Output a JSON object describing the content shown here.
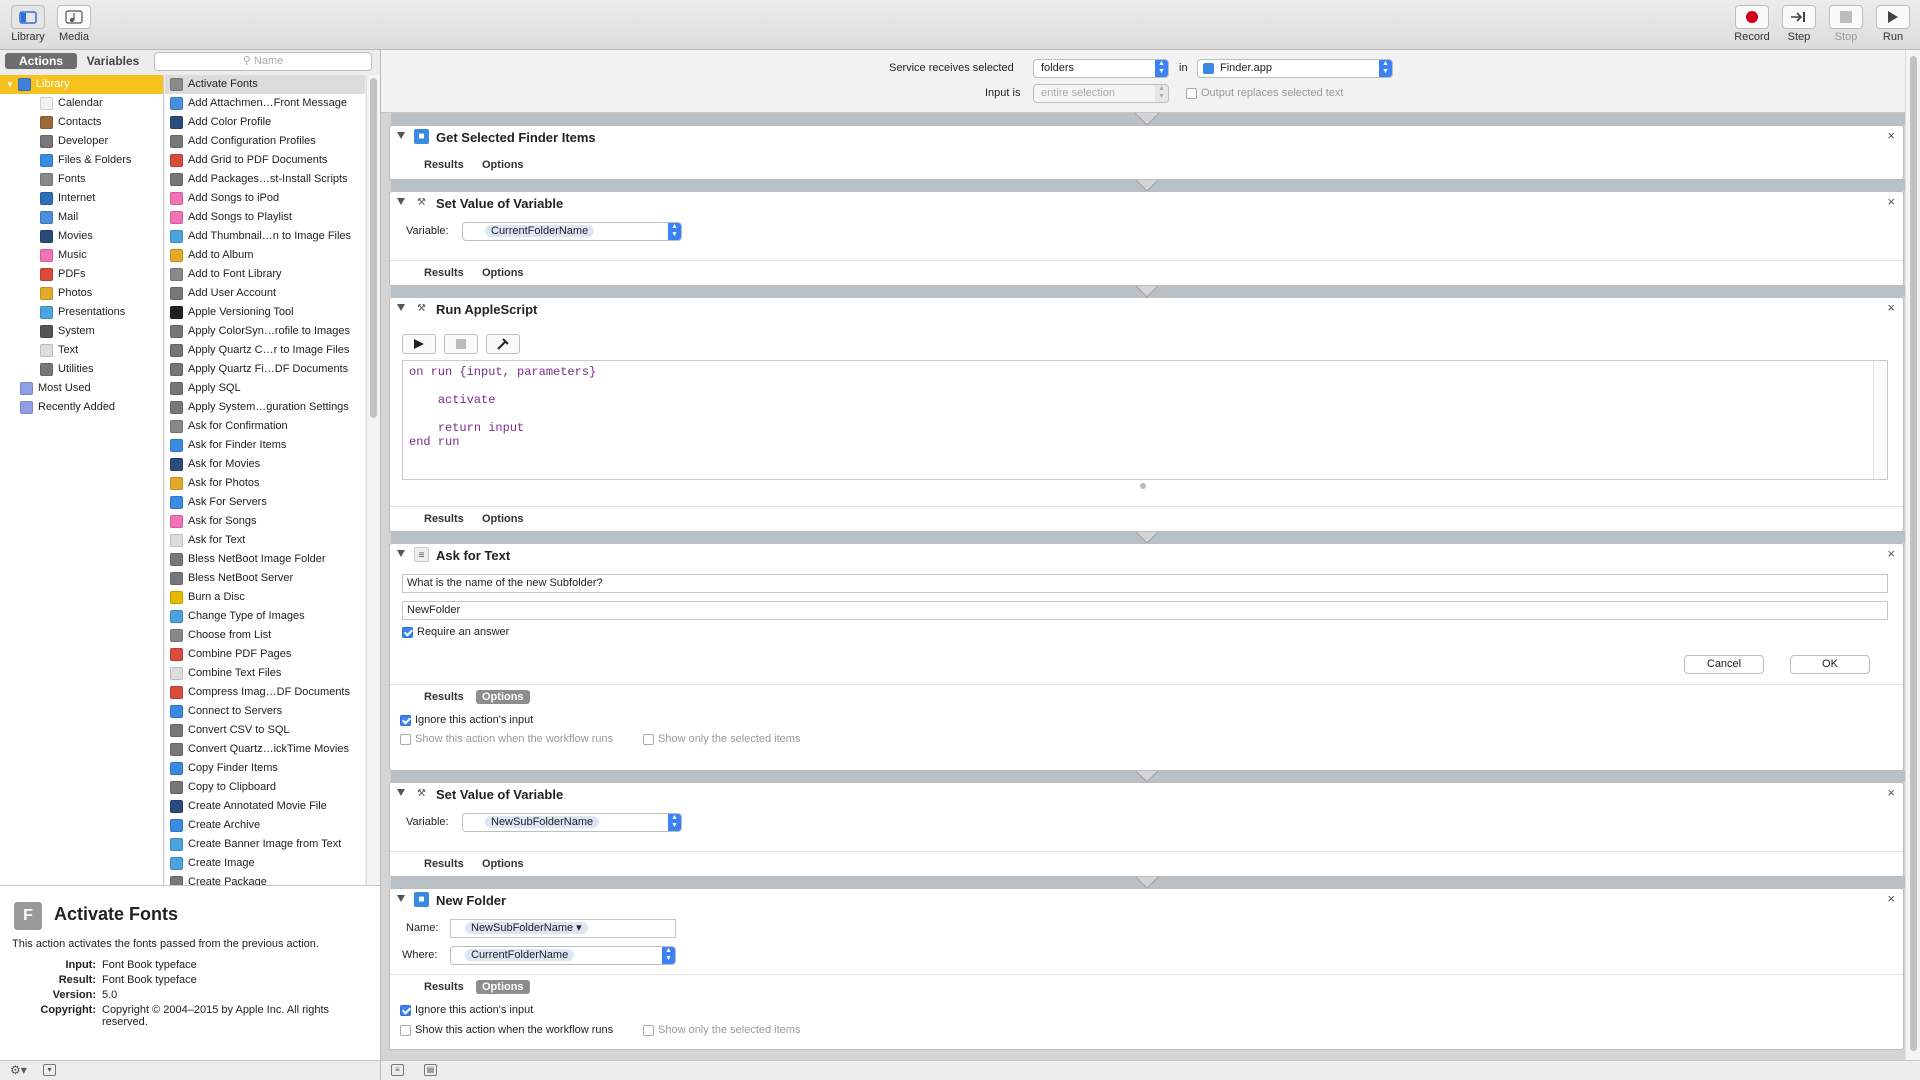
{
  "toolbar": {
    "library": "Library",
    "media": "Media",
    "record": "Record",
    "step": "Step",
    "stop": "Stop",
    "run": "Run"
  },
  "left": {
    "tab_actions": "Actions",
    "tab_variables": "Variables",
    "search_placeholder": "Name"
  },
  "categories": [
    {
      "label": "Library",
      "icon": "library-icon",
      "color": "#3f7fd6",
      "level": "top"
    },
    {
      "label": "Calendar",
      "icon": "calendar-icon",
      "color": "#f2f2f2"
    },
    {
      "label": "Contacts",
      "icon": "contacts-icon",
      "color": "#9c6b3c"
    },
    {
      "label": "Developer",
      "icon": "developer-icon",
      "color": "#777777"
    },
    {
      "label": "Files & Folders",
      "icon": "finder-icon",
      "color": "#3a8be0"
    },
    {
      "label": "Fonts",
      "icon": "fonts-icon",
      "color": "#8a8a8a"
    },
    {
      "label": "Internet",
      "icon": "internet-icon",
      "color": "#2f6fb9"
    },
    {
      "label": "Mail",
      "icon": "mail-icon",
      "color": "#4a8ee0"
    },
    {
      "label": "Movies",
      "icon": "movies-icon",
      "color": "#2b4b7a"
    },
    {
      "label": "Music",
      "icon": "music-icon",
      "color": "#f472b6"
    },
    {
      "label": "PDFs",
      "icon": "pdf-icon",
      "color": "#d94b3b"
    },
    {
      "label": "Photos",
      "icon": "photos-icon",
      "color": "#e3a92b"
    },
    {
      "label": "Presentations",
      "icon": "presentations-icon",
      "color": "#4ba3e0"
    },
    {
      "label": "System",
      "icon": "system-icon",
      "color": "#555555"
    },
    {
      "label": "Text",
      "icon": "text-icon",
      "color": "#dddddd"
    },
    {
      "label": "Utilities",
      "icon": "utilities-icon",
      "color": "#777777"
    },
    {
      "label": "Most Used",
      "icon": "smart-folder-icon",
      "color": "#8f9fe6",
      "level": "lvl1"
    },
    {
      "label": "Recently Added",
      "icon": "smart-folder-icon",
      "color": "#8f9fe6",
      "level": "lvl1"
    }
  ],
  "actions": [
    {
      "label": "Activate Fonts",
      "icon": "fonts-icon",
      "color": "#8a8a8a"
    },
    {
      "label": "Add Attachmen…Front Message",
      "icon": "mail-icon",
      "color": "#4a8ee0"
    },
    {
      "label": "Add Color Profile",
      "icon": "colorsync-icon",
      "color": "#2b4b7a"
    },
    {
      "label": "Add Configuration Profiles",
      "icon": "system-icon",
      "color": "#777777"
    },
    {
      "label": "Add Grid to PDF Documents",
      "icon": "pdf-icon",
      "color": "#d94b3b"
    },
    {
      "label": "Add Packages…st-Install Scripts",
      "icon": "developer-icon",
      "color": "#777777"
    },
    {
      "label": "Add Songs to iPod",
      "icon": "music-icon",
      "color": "#f472b6"
    },
    {
      "label": "Add Songs to Playlist",
      "icon": "music-icon",
      "color": "#f472b6"
    },
    {
      "label": "Add Thumbnail…n to Image Files",
      "icon": "preview-icon",
      "color": "#4ba3e0"
    },
    {
      "label": "Add to Album",
      "icon": "photos-icon",
      "color": "#e3a92b"
    },
    {
      "label": "Add to Font Library",
      "icon": "fonts-icon",
      "color": "#8a8a8a"
    },
    {
      "label": "Add User Account",
      "icon": "system-icon",
      "color": "#777777"
    },
    {
      "label": "Apple Versioning Tool",
      "icon": "terminal-icon",
      "color": "#222222"
    },
    {
      "label": "Apply ColorSyn…rofile to Images",
      "icon": "utilities-icon",
      "color": "#777777"
    },
    {
      "label": "Apply Quartz C…r to Image Files",
      "icon": "utilities-icon",
      "color": "#777777"
    },
    {
      "label": "Apply Quartz Fi…DF Documents",
      "icon": "utilities-icon",
      "color": "#777777"
    },
    {
      "label": "Apply SQL",
      "icon": "utilities-icon",
      "color": "#777777"
    },
    {
      "label": "Apply System…guration Settings",
      "icon": "system-icon",
      "color": "#777777"
    },
    {
      "label": "Ask for Confirmation",
      "icon": "automator-icon",
      "color": "#888888"
    },
    {
      "label": "Ask for Finder Items",
      "icon": "finder-icon",
      "color": "#3a8be0"
    },
    {
      "label": "Ask for Movies",
      "icon": "movies-icon",
      "color": "#2b4b7a"
    },
    {
      "label": "Ask for Photos",
      "icon": "photos-icon",
      "color": "#e3a92b"
    },
    {
      "label": "Ask For Servers",
      "icon": "internet-icon",
      "color": "#3a8be0"
    },
    {
      "label": "Ask for Songs",
      "icon": "music-icon",
      "color": "#f472b6"
    },
    {
      "label": "Ask for Text",
      "icon": "text-icon",
      "color": "#dddddd"
    },
    {
      "label": "Bless NetBoot Image Folder",
      "icon": "server-icon",
      "color": "#777777"
    },
    {
      "label": "Bless NetBoot Server",
      "icon": "server-icon",
      "color": "#777777"
    },
    {
      "label": "Burn a Disc",
      "icon": "burn-icon",
      "color": "#e6b800"
    },
    {
      "label": "Change Type of Images",
      "icon": "preview-icon",
      "color": "#4ba3e0"
    },
    {
      "label": "Choose from List",
      "icon": "automator-icon",
      "color": "#888888"
    },
    {
      "label": "Combine PDF Pages",
      "icon": "pdf-icon",
      "color": "#d94b3b"
    },
    {
      "label": "Combine Text Files",
      "icon": "text-icon",
      "color": "#dddddd"
    },
    {
      "label": "Compress Imag…DF Documents",
      "icon": "pdf-icon",
      "color": "#d94b3b"
    },
    {
      "label": "Connect to Servers",
      "icon": "internet-icon",
      "color": "#3a8be0"
    },
    {
      "label": "Convert CSV to SQL",
      "icon": "utilities-icon",
      "color": "#777777"
    },
    {
      "label": "Convert Quartz…ickTime Movies",
      "icon": "utilities-icon",
      "color": "#777777"
    },
    {
      "label": "Copy Finder Items",
      "icon": "finder-icon",
      "color": "#3a8be0"
    },
    {
      "label": "Copy to Clipboard",
      "icon": "utilities-icon",
      "color": "#777777"
    },
    {
      "label": "Create Annotated Movie File",
      "icon": "movies-icon",
      "color": "#2b4b7a"
    },
    {
      "label": "Create Archive",
      "icon": "finder-icon",
      "color": "#3a8be0"
    },
    {
      "label": "Create Banner Image from Text",
      "icon": "preview-icon",
      "color": "#4ba3e0"
    },
    {
      "label": "Create Image",
      "icon": "preview-icon",
      "color": "#4ba3e0"
    },
    {
      "label": "Create Package",
      "icon": "developer-icon",
      "color": "#777777"
    }
  ],
  "description": {
    "title": "Activate Fonts",
    "text": "This action activates the fonts passed from the previous action.",
    "input_label": "Input:",
    "input": "Font Book typeface",
    "result_label": "Result:",
    "result": "Font Book typeface",
    "version_label": "Version:",
    "version": "5.0",
    "copyright_label": "Copyright:",
    "copyright": "Copyright © 2004–2015 by Apple Inc. All rights reserved."
  },
  "service": {
    "receives_label": "Service receives selected",
    "receives_value": "folders",
    "in_label": "in",
    "app_value": "Finder.app",
    "input_is_label": "Input is",
    "input_is_value": "entire selection",
    "output_replaces_label": "Output replaces selected text"
  },
  "workflow": {
    "get_selected": {
      "title": "Get Selected Finder Items",
      "results": "Results",
      "options": "Options"
    },
    "set_var1": {
      "title": "Set Value of Variable",
      "variable_label": "Variable:",
      "variable_value": "CurrentFolderName",
      "results": "Results",
      "options": "Options"
    },
    "run_applescript": {
      "title": "Run AppleScript",
      "line1": "on run {input, parameters}",
      "line2": "activate",
      "line3": "return input",
      "line4": "end run",
      "results": "Results",
      "options": "Options"
    },
    "ask_text": {
      "title": "Ask for Text",
      "question": "What is the name of the new Subfolder?",
      "default_answer": "NewFolder",
      "require_answer": "Require an answer",
      "cancel": "Cancel",
      "ok": "OK",
      "results": "Results",
      "options": "Options",
      "ignore_input": "Ignore this action's input",
      "show_when_runs": "Show this action when the workflow runs",
      "show_only_selected": "Show only the selected items"
    },
    "set_var2": {
      "title": "Set Value of Variable",
      "variable_label": "Variable:",
      "variable_value": "NewSubFolderName",
      "results": "Results",
      "options": "Options"
    },
    "new_folder": {
      "title": "New Folder",
      "name_label": "Name:",
      "name_value": "NewSubFolderName ▾",
      "where_label": "Where:",
      "where_value": "CurrentFolderName",
      "results": "Results",
      "options": "Options",
      "ignore_input": "Ignore this action's input",
      "show_when_runs": "Show this action when the workflow runs",
      "show_only_selected": "Show only the selected items"
    }
  }
}
